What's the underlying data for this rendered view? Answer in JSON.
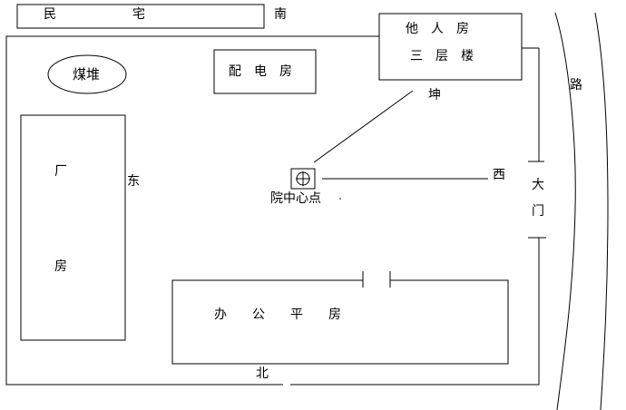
{
  "labels": {
    "residence": "民　　　　　　宅",
    "south": "南",
    "others_building_line1": "他　人　房",
    "others_building_line2": "三　层　楼",
    "coal_pile": "煤堆",
    "power_room": "配　电　房",
    "kun": "坤",
    "road": "路",
    "factory_top": "厂",
    "factory_bottom": "房",
    "east": "东",
    "west": "西",
    "center_point": "院中心点",
    "gate_top": "大",
    "gate_bottom": "门",
    "office": "办　　公　　平　　房",
    "north": "北"
  },
  "colors": {
    "line": "#000000",
    "background": "#ffffff"
  },
  "icons": {
    "center_marker": "crosshair-circle-icon"
  }
}
